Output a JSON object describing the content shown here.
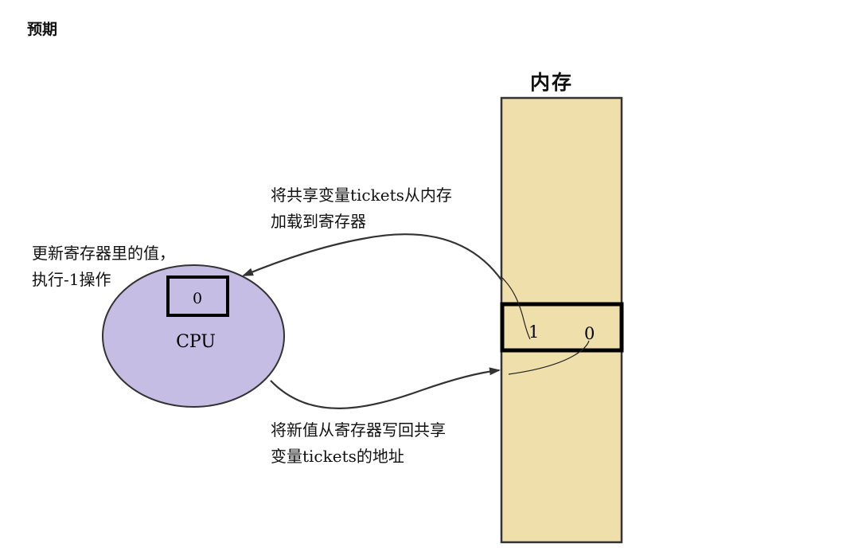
{
  "heading": "预期",
  "memory": {
    "title": "内存",
    "old_value": "1",
    "new_value": "0",
    "colors": {
      "fill": "#efdfaa",
      "stroke": "#333333"
    }
  },
  "cpu": {
    "label": "CPU",
    "register_value": "0",
    "colors": {
      "fill": "#c5bde3",
      "stroke": "#333333"
    }
  },
  "notes": {
    "load": [
      "将共享变量tickets从内存",
      "加载到寄存器"
    ],
    "update": [
      "更新寄存器里的值，",
      "执行-1操作"
    ],
    "write": [
      "将新值从寄存器写回共享",
      "变量tickets的地址"
    ]
  }
}
